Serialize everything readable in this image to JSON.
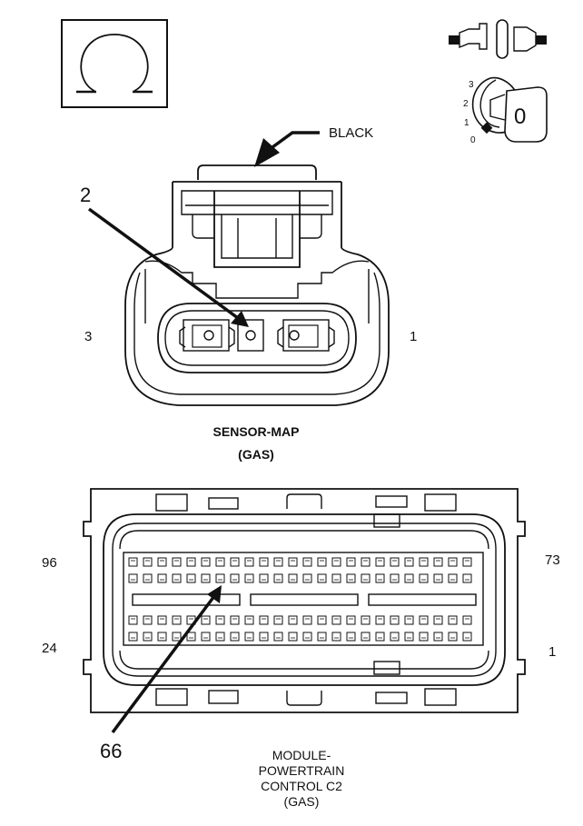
{
  "ohm_icon": {
    "name": "ohm-meter-icon",
    "glyph": "Ω"
  },
  "probe_icon": {
    "name": "back-probe-icon"
  },
  "ignition_icon": {
    "name": "ignition-key-icon",
    "positions": [
      "3",
      "2",
      "1",
      "0"
    ],
    "key_label": "0"
  },
  "connector1": {
    "color_label": "BLACK",
    "pointer_pin": "2",
    "left_pin": "3",
    "right_pin": "1",
    "name_line1": "SENSOR-MAP",
    "name_line2": "(GAS)"
  },
  "connector2": {
    "pin_top_left": "96",
    "pin_top_right": "73",
    "pin_bottom_left": "24",
    "pin_bottom_right": "1",
    "pointer_pin": "66",
    "name_lines": [
      "MODULE-",
      "POWERTRAIN",
      "CONTROL C2",
      "(GAS)"
    ]
  }
}
